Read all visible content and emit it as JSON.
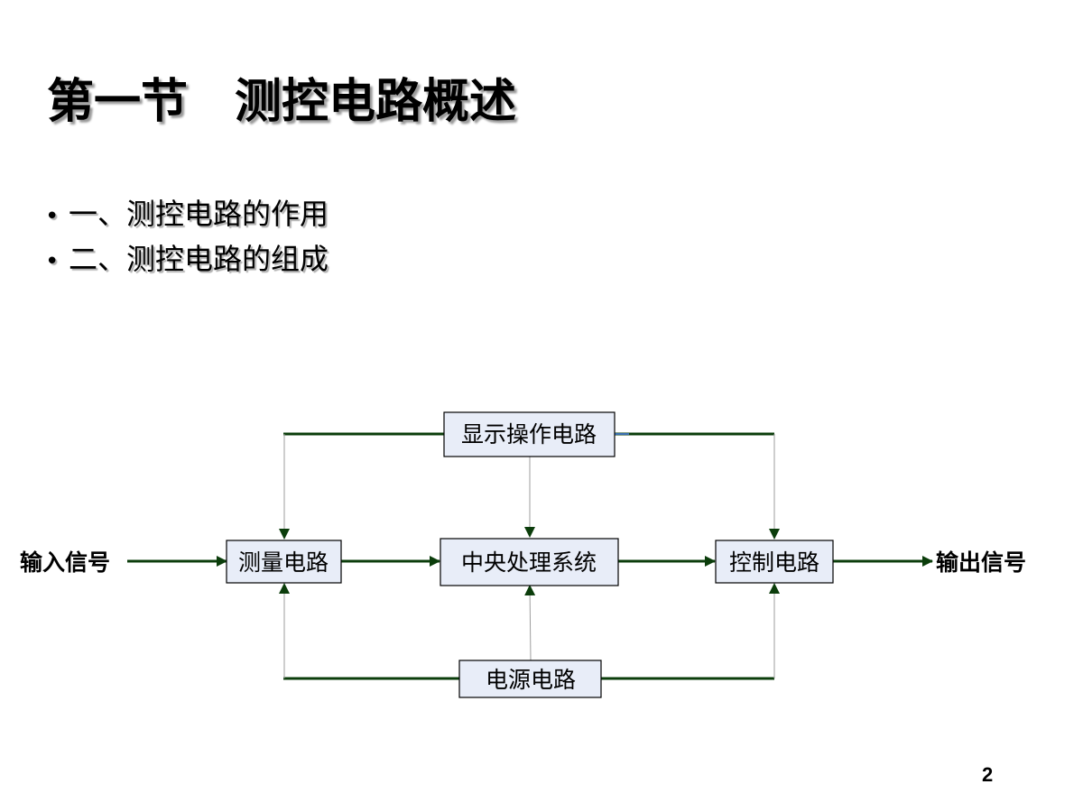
{
  "title": "第一节　测控电路概述",
  "bullets": [
    {
      "marker": "•",
      "text": "一、测控电路的作用"
    },
    {
      "marker": "•",
      "text": "二、测控电路的组成"
    }
  ],
  "diagram": {
    "colors": {
      "line": "#0b3d0b",
      "box_fill": "#e8edf8",
      "box_border": "#000000",
      "thin_line": "#9e9e9e"
    },
    "input_label": "输入信号",
    "output_label": "输出信号",
    "nodes": {
      "display": "显示操作电路",
      "measure": "测量电路",
      "cpu": "中央处理系统",
      "control": "控制电路",
      "power": "电源电路"
    }
  },
  "page_number": "2"
}
